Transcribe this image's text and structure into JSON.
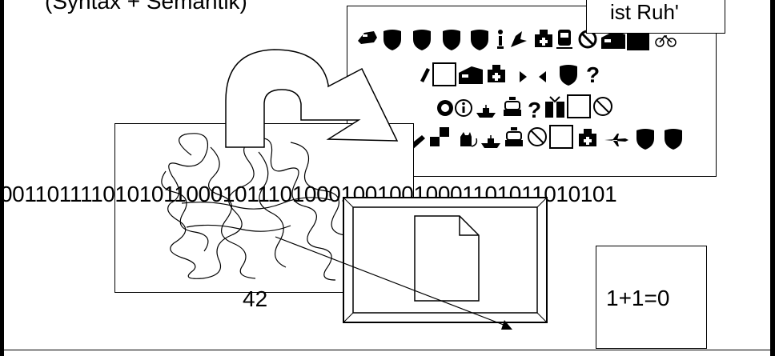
{
  "title": "(Syntax + Semantik)",
  "callout": {
    "text": "ist Ruh'"
  },
  "binary": "0011011110101011000101110100010010010001101011010101",
  "figure_label": "42",
  "formula": "1+1=0",
  "icons_panel": {
    "rows": [
      [
        "car-wash-icon",
        "shield-icon",
        "shield-icon",
        "shield-icon",
        "shield-icon",
        "info-person-icon",
        "bird-icon",
        "ambulance-icon",
        "tram-icon",
        "no-smoking-icon",
        "train-icon",
        "black-square-icon",
        "bicycle-icon"
      ],
      [
        "check-icon",
        "empty-square-icon",
        "train-icon",
        "ambulance-icon",
        "play-right-icon",
        "play-left-icon",
        "shield-icon",
        "question-icon"
      ],
      [
        "target-icon",
        "info-icon",
        "ship-icon",
        "taxi-icon",
        "question-icon",
        "gift-icon",
        "empty-square-icon",
        "no-entry-icon"
      ],
      [
        "carrot-icon",
        "checkered-flag-icon",
        "cat-icon",
        "ship-icon",
        "taxi-icon",
        "no-entry-icon",
        "empty-square-icon",
        "ambulance-icon",
        "airplane-icon",
        "shield-icon",
        "shield-icon"
      ]
    ]
  },
  "colors": {
    "ink": "#000000",
    "background": "#ffffff"
  }
}
